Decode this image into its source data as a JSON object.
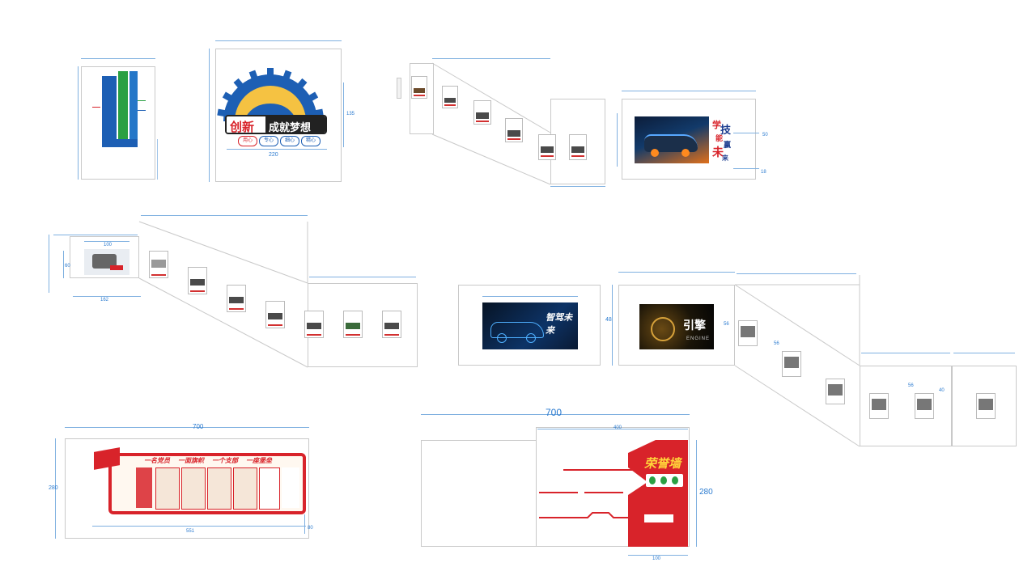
{
  "panel_innovation": {
    "main_slogan_left": "创新",
    "main_slogan_right": "成就梦想",
    "pills": [
      "用心",
      "专心",
      "细心",
      "精心"
    ],
    "dim_width": "220",
    "dim_height": "135"
  },
  "panel_future": {
    "chars": [
      "学",
      "技",
      "能",
      "赢",
      "未",
      "来"
    ],
    "dim_side": "50",
    "dim_bottom": "18"
  },
  "panel_engine": {
    "title": "引擎",
    "subtitle": "ENGINE",
    "dim_left": "48",
    "dim_a": "56",
    "dim_b": "56",
    "dim_c": "56",
    "dim_d": "40"
  },
  "panel_car_text": {
    "calligraphy": "智驾未来"
  },
  "panel_party": {
    "slogans": [
      "一名党员",
      "一面旗帜",
      "一个支部",
      "一座堡垒"
    ],
    "dim_top": "700",
    "dim_left": "280",
    "dim_right": "80",
    "dim_bottom": "551"
  },
  "panel_honor": {
    "title": "荣誉墙",
    "dim_top": "700",
    "dim_right": "280",
    "dim_small_top": "400",
    "dim_small_bottom": "100"
  },
  "panel_parts": {
    "dim_left": "100",
    "dim_left_h": "60",
    "dim_bottom": "162"
  },
  "colors": {
    "red": "#d8232a",
    "blue": "#2b7bd0",
    "dim_line": "#7fb0e0",
    "gear_blue": "#1d5fb4",
    "gear_yellow": "#f5c242"
  }
}
